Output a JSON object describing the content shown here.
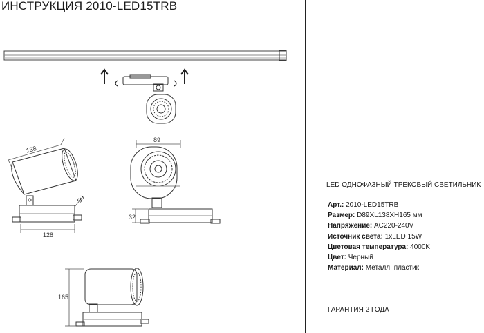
{
  "document": {
    "title": "ИНСТРУКЦИЯ 2010-LED15TRB",
    "product_heading": "LED ОДНОФАЗНЫЙ ТРЕКОВЫЙ СВЕТИЛЬНИК",
    "specs": [
      {
        "label": "Арт.:",
        "value": "2010-LED15TRB"
      },
      {
        "label": "Размер:",
        "value": "D89XL138XH165 мм"
      },
      {
        "label": "Напряжение:",
        "value": "AC220-240V"
      },
      {
        "label": "Источник света:",
        "value": "1xLED 15W"
      },
      {
        "label": "Цветовая температура:",
        "value": "4000K"
      },
      {
        "label": "Цвет:",
        "value": "Черный"
      },
      {
        "label": "Материал:",
        "value": "Металл, пластик"
      }
    ],
    "warranty": "ГАРАНТИЯ 2 ГОДА"
  },
  "dimensions": {
    "length_top": "138",
    "depth": "50",
    "length_bottom": "128",
    "diameter": "89",
    "adapter_height": "32",
    "total_height": "165"
  }
}
